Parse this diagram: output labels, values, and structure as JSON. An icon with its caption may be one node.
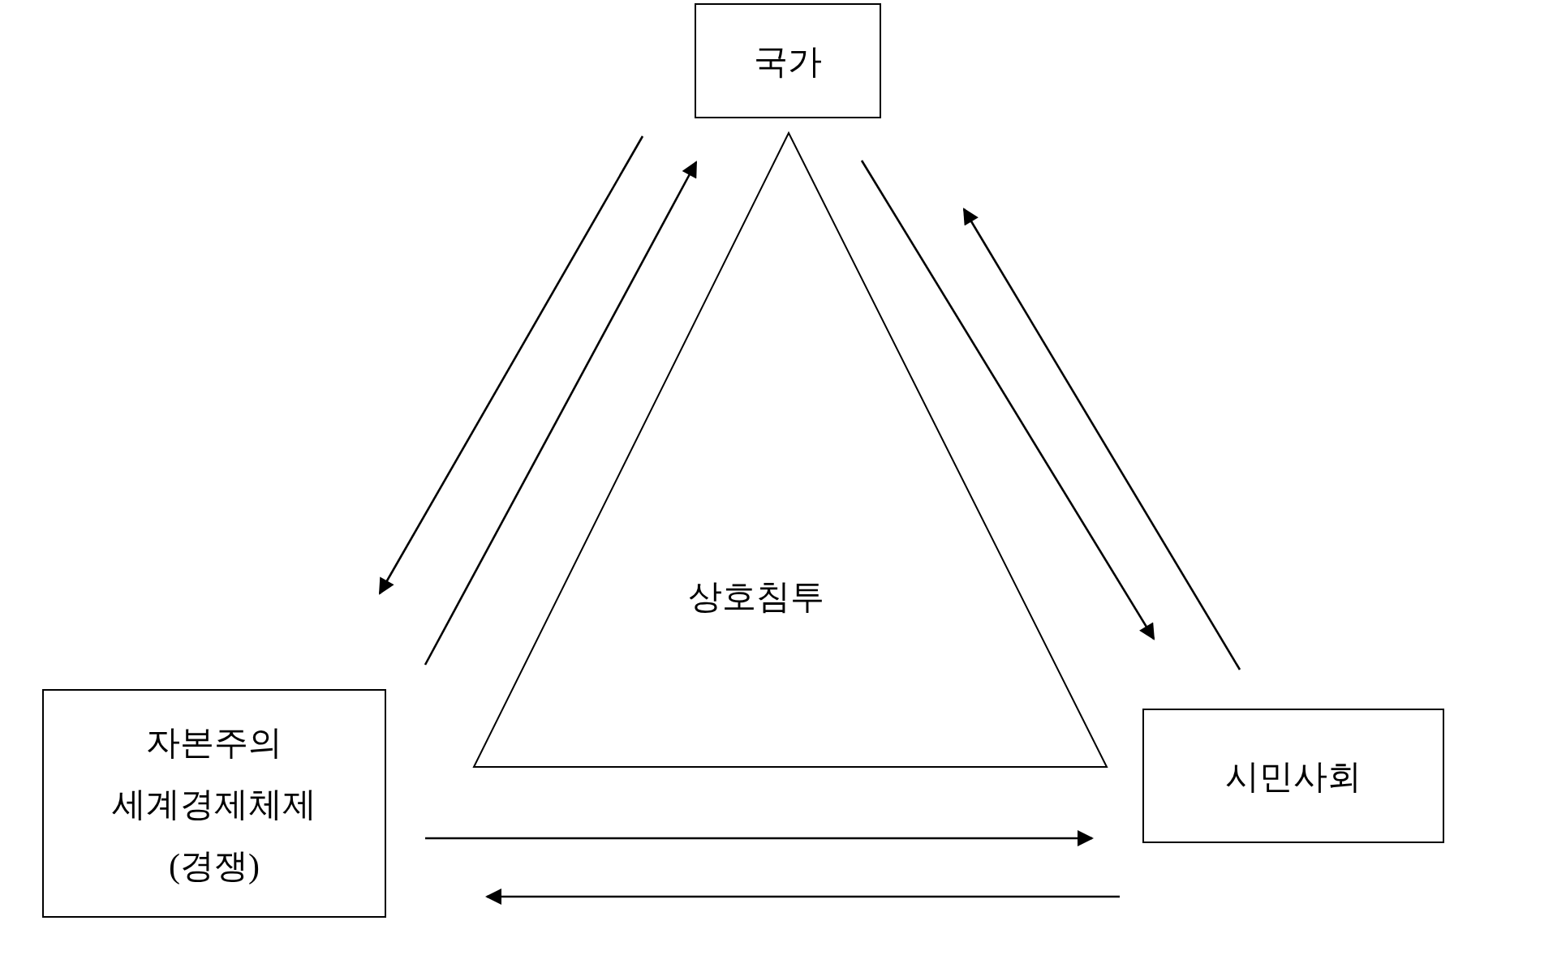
{
  "diagram": {
    "nodes": [
      {
        "text": [
          "국가"
        ]
      },
      {
        "text": [
          "상호침투"
        ]
      },
      {
        "text": [
          "자본주의 세계경제체제 (경쟁)"
        ]
      },
      {
        "text": [
          "시민사회"
        ]
      }
    ],
    "edges": [
      {
        "from": 0,
        "to": 2,
        "arrow": "to"
      },
      {
        "from": 2,
        "to": 0,
        "arrow": "to"
      },
      {
        "from": 0,
        "to": 3,
        "arrow": "to"
      },
      {
        "from": 3,
        "to": 0,
        "arrow": "to"
      },
      {
        "from": 2,
        "to": 3,
        "arrow": "to"
      },
      {
        "from": 3,
        "to": 2,
        "arrow": "to"
      }
    ]
  }
}
